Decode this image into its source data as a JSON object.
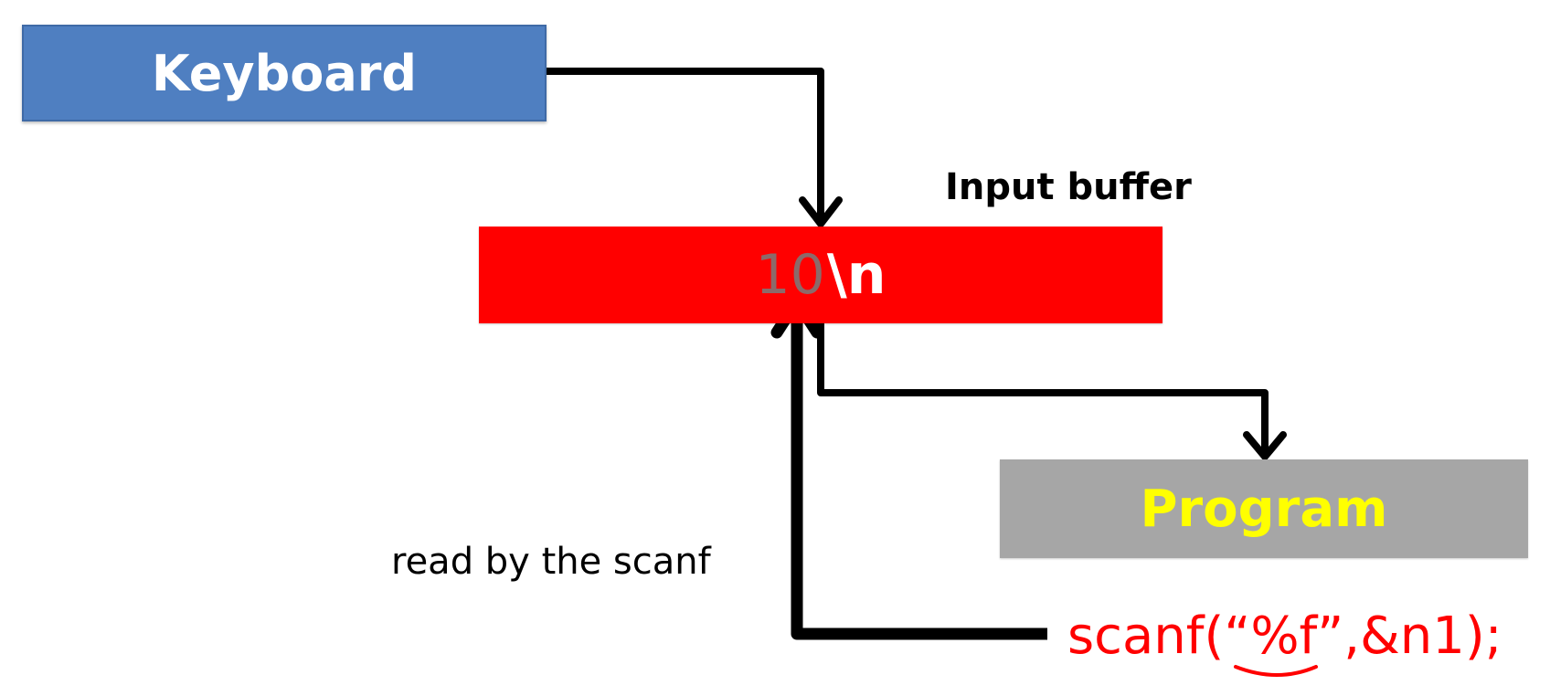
{
  "keyboard": {
    "label": "Keyboard"
  },
  "buffer": {
    "label": "Input buffer",
    "content_read": "10",
    "content_rest": "\\n"
  },
  "program": {
    "label": "Program"
  },
  "annotation": {
    "read_label": "read by the scanf"
  },
  "code": {
    "statement": "scanf(“%f”,&n1);"
  },
  "colors": {
    "keyboard_fill": "#4f7fc1",
    "buffer_fill": "#ff0000",
    "program_fill": "#a6a6a6",
    "program_text": "#ffff00",
    "code_text": "#ff0000",
    "arrow": "#000000"
  }
}
